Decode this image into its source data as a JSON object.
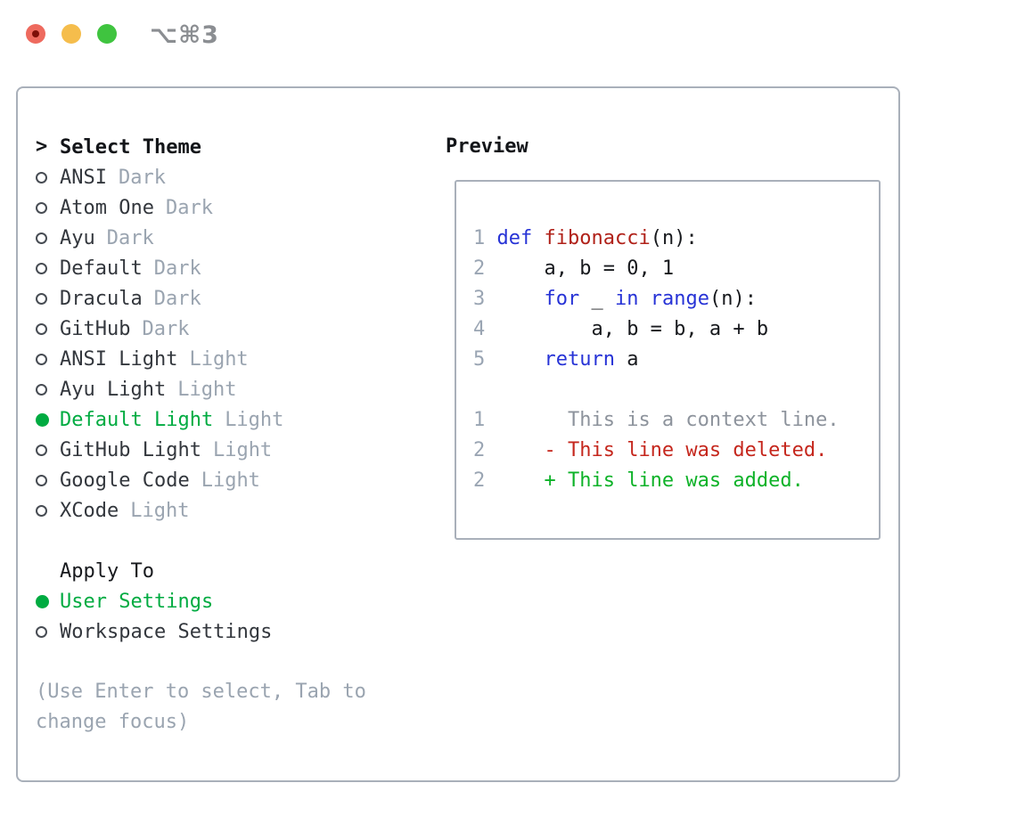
{
  "window": {
    "title": "⌥⌘3"
  },
  "traffic_lights": {
    "close_color": "#ee6a5e",
    "close_dot_color": "#7e0f08",
    "minimize_color": "#f5bd4c",
    "zoom_color": "#3fc43f"
  },
  "colors": {
    "selection_green": "#00ab41",
    "muted_gray": "#9aa4b0",
    "keyword_blue": "#2733d6",
    "function_red": "#b02119",
    "diff_deleted_red": "#c5271d",
    "diff_added_green": "#0db228",
    "context_gray": "#8d939c",
    "border_gray": "#a9b0ba"
  },
  "theme_picker": {
    "header_marker": ">",
    "header": "Select Theme",
    "items": [
      {
        "name": "ANSI",
        "variant": "Dark",
        "selected": false
      },
      {
        "name": "Atom One",
        "variant": "Dark",
        "selected": false
      },
      {
        "name": "Ayu",
        "variant": "Dark",
        "selected": false
      },
      {
        "name": "Default",
        "variant": "Dark",
        "selected": false
      },
      {
        "name": "Dracula",
        "variant": "Dark",
        "selected": false
      },
      {
        "name": "GitHub",
        "variant": "Dark",
        "selected": false
      },
      {
        "name": "ANSI Light",
        "variant": "Light",
        "selected": false
      },
      {
        "name": "Ayu Light",
        "variant": "Light",
        "selected": false
      },
      {
        "name": "Default Light",
        "variant": "Light",
        "selected": true
      },
      {
        "name": "GitHub Light",
        "variant": "Light",
        "selected": false
      },
      {
        "name": "Google Code",
        "variant": "Light",
        "selected": false
      },
      {
        "name": "XCode",
        "variant": "Light",
        "selected": false
      }
    ]
  },
  "apply_to": {
    "header": "Apply To",
    "options": [
      {
        "name": "User Settings",
        "selected": true
      },
      {
        "name": "Workspace Settings",
        "selected": false
      }
    ]
  },
  "help_text": "(Use Enter to select, Tab to change focus)",
  "preview": {
    "header": "Preview",
    "lines": [
      {
        "num": "1",
        "segments": [
          {
            "style": "kw",
            "text": "def "
          },
          {
            "style": "fn",
            "text": "fibonacci"
          },
          {
            "style": "pl",
            "text": "(n):"
          }
        ]
      },
      {
        "num": "2",
        "segments": [
          {
            "style": "pl",
            "text": "    a, b = 0, 1"
          }
        ]
      },
      {
        "num": "3",
        "segments": [
          {
            "style": "pl",
            "text": "    "
          },
          {
            "style": "kw",
            "text": "for"
          },
          {
            "style": "pl",
            "text": " _ "
          },
          {
            "style": "kw",
            "text": "in"
          },
          {
            "style": "pl",
            "text": " "
          },
          {
            "style": "kw",
            "text": "range"
          },
          {
            "style": "pl",
            "text": "(n):"
          }
        ]
      },
      {
        "num": "4",
        "segments": [
          {
            "style": "pl",
            "text": "        a, b = b, a + b"
          }
        ]
      },
      {
        "num": "5",
        "segments": [
          {
            "style": "pl",
            "text": "    "
          },
          {
            "style": "kw",
            "text": "return"
          },
          {
            "style": "pl",
            "text": " a"
          }
        ]
      },
      {
        "num": "",
        "segments": []
      },
      {
        "num": "1",
        "segments": [
          {
            "style": "ctx",
            "text": "      This is a context line."
          }
        ]
      },
      {
        "num": "2",
        "segments": [
          {
            "style": "del",
            "text": "    - This line was deleted."
          }
        ]
      },
      {
        "num": "2",
        "segments": [
          {
            "style": "add",
            "text": "    + This line was added."
          }
        ]
      }
    ]
  }
}
